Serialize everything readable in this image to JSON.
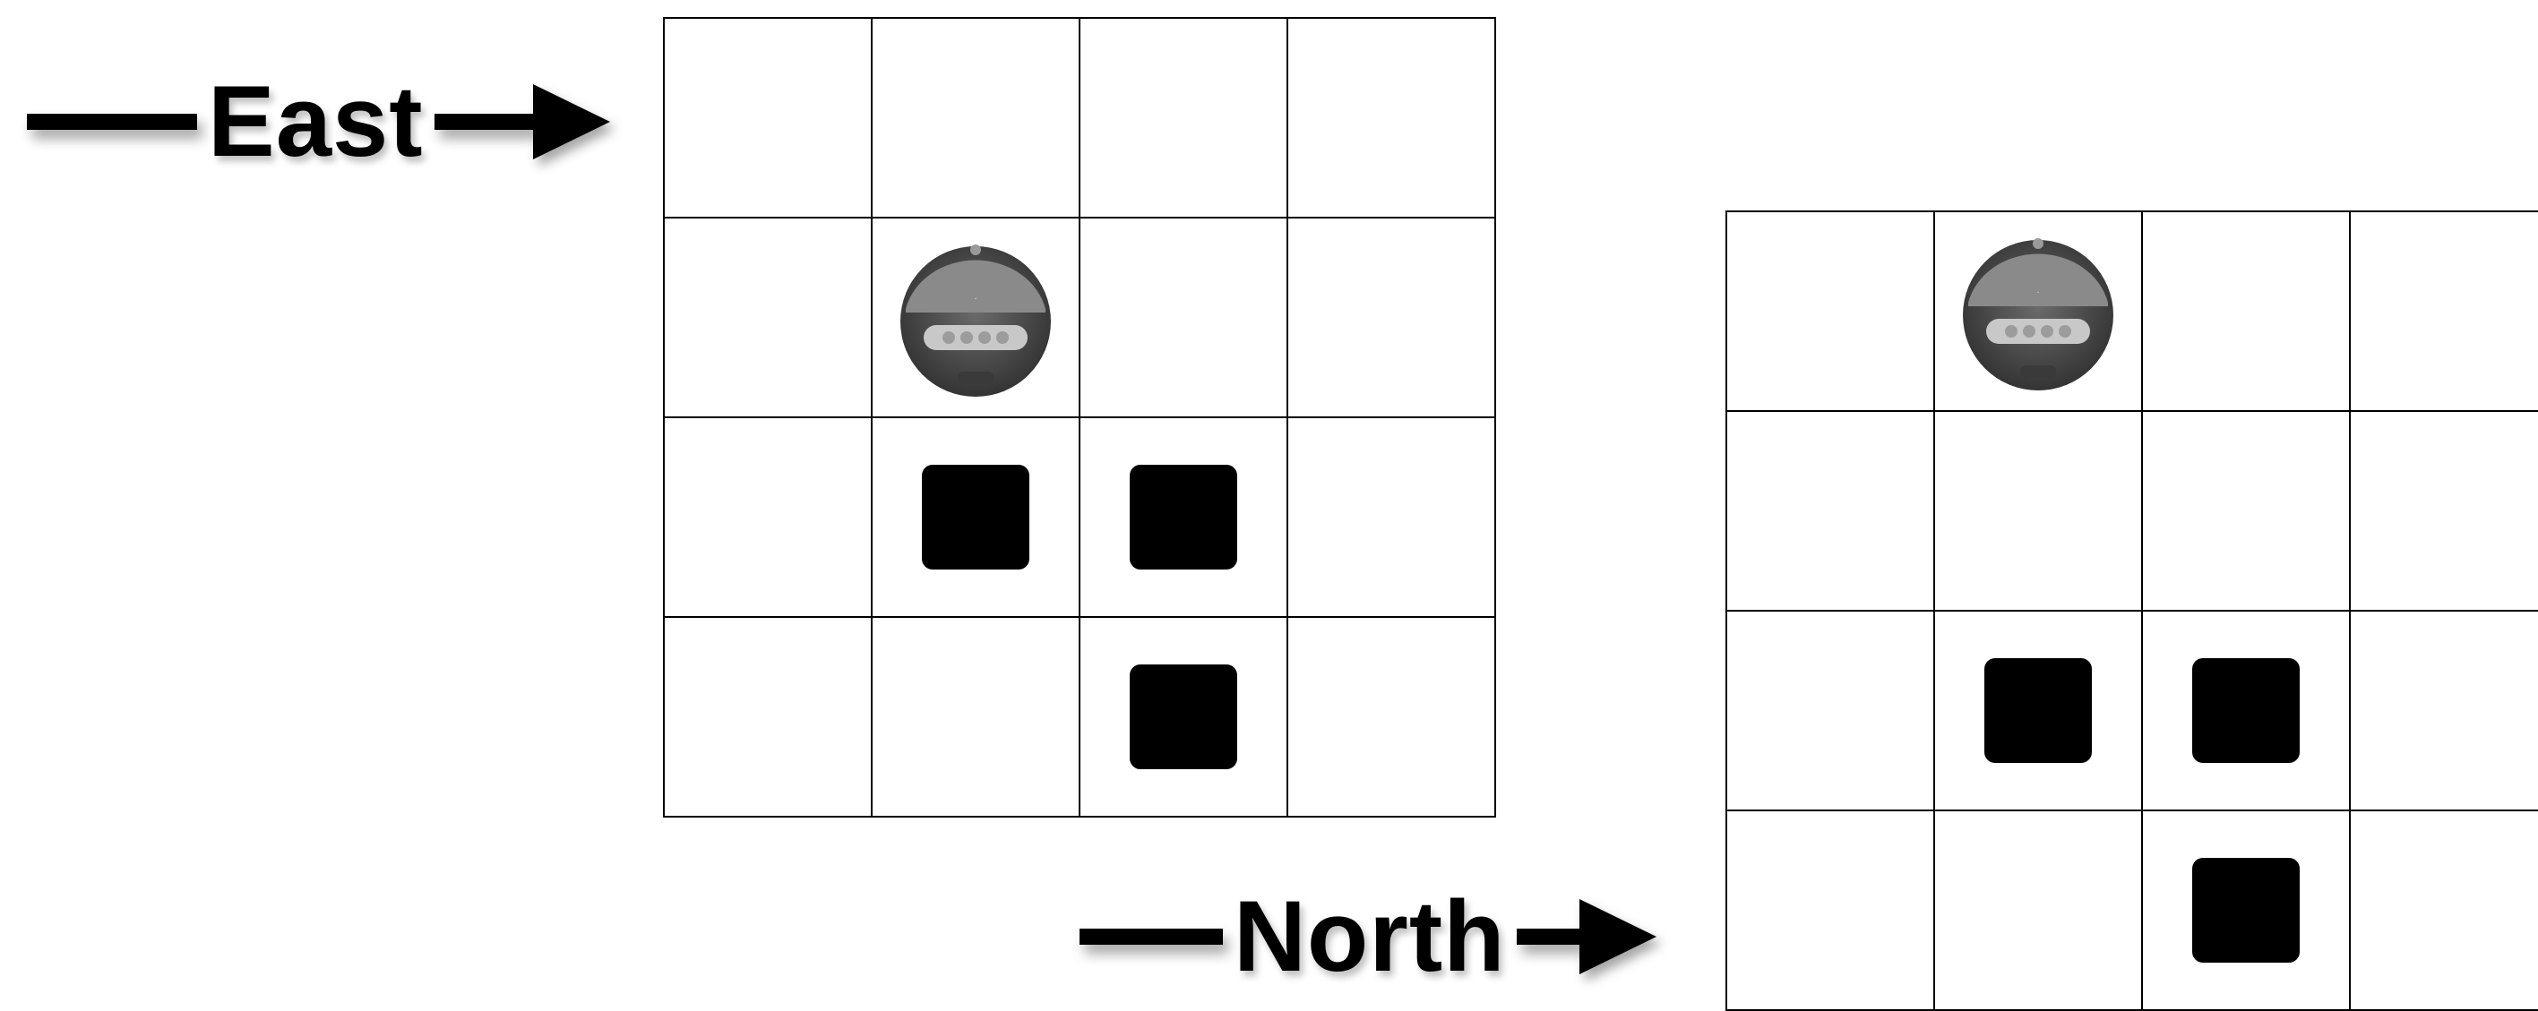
{
  "direction_labels": {
    "east": "East",
    "north": "North"
  },
  "grids": [
    {
      "id": "east",
      "rows": 4,
      "cols": 4,
      "robot": {
        "row": 1,
        "col": 1
      },
      "obstacles": [
        {
          "row": 2,
          "col": 1
        },
        {
          "row": 2,
          "col": 2
        },
        {
          "row": 3,
          "col": 2
        }
      ]
    },
    {
      "id": "north",
      "rows": 4,
      "cols": 4,
      "robot": {
        "row": 0,
        "col": 1
      },
      "obstacles": [
        {
          "row": 2,
          "col": 1
        },
        {
          "row": 2,
          "col": 2
        },
        {
          "row": 3,
          "col": 2
        }
      ]
    }
  ],
  "icons": {
    "robot": "robot-vacuum-icon",
    "obstacle": "obstacle-block",
    "arrow": "right-arrow-icon"
  },
  "colors": {
    "grid_line": "#000000",
    "obstacle": "#000000",
    "robot_body": "#4a4a4a",
    "robot_panel": "#c8c8c8"
  }
}
